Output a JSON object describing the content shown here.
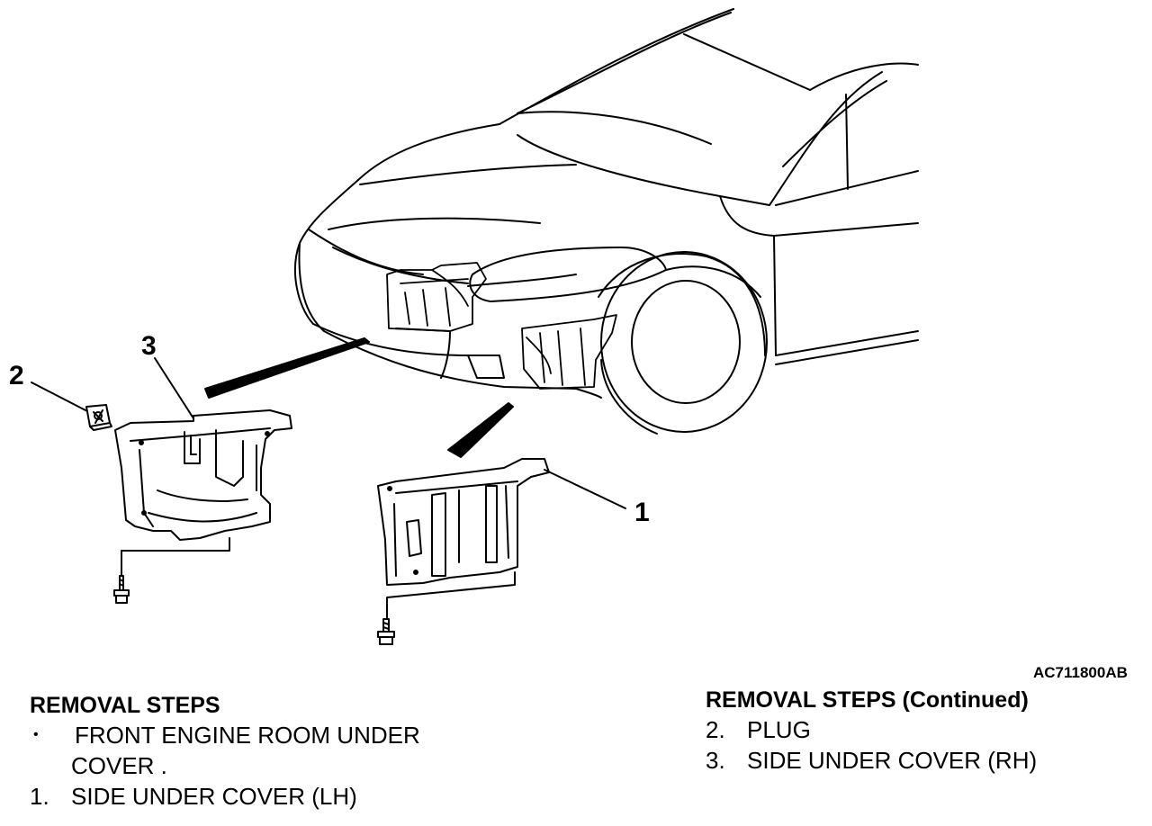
{
  "figure_id": "AC711800AB",
  "callouts": {
    "c1": "1",
    "c2": "2",
    "c3": "3"
  },
  "left_steps": {
    "title": "REMOVAL STEPS",
    "items": [
      {
        "marker": "•",
        "text_lines": [
          "FRONT ENGINE ROOM UNDER",
          "COVER ."
        ]
      },
      {
        "marker": "1.",
        "text_lines": [
          "SIDE UNDER COVER (LH)"
        ]
      }
    ]
  },
  "right_steps": {
    "title": "REMOVAL STEPS (Continued)",
    "items": [
      {
        "marker": "2.",
        "text": "PLUG"
      },
      {
        "marker": "3.",
        "text": "SIDE UNDER COVER (RH)"
      }
    ]
  }
}
